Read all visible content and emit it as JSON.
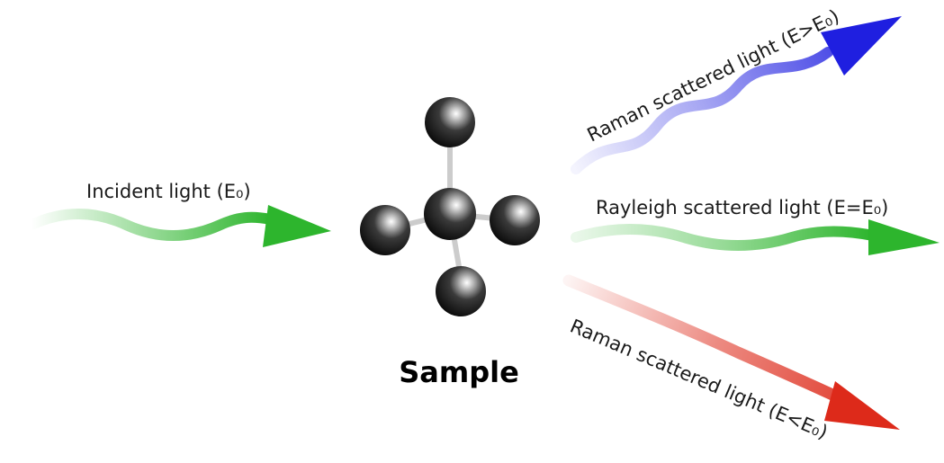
{
  "labels": {
    "incident": "Incident light (E₀)",
    "raman_up": "Raman scattered light (E>E₀)",
    "rayleigh": "Rayleigh scattered light (E=E₀)",
    "raman_down": "Raman scattered light (E<E₀)",
    "sample": "Sample"
  },
  "colors": {
    "green": "#2db52d",
    "blue": "#1f1fe0",
    "red": "#dd2a1a",
    "atom": "#1a1a1a",
    "bond": "#cccccc"
  }
}
